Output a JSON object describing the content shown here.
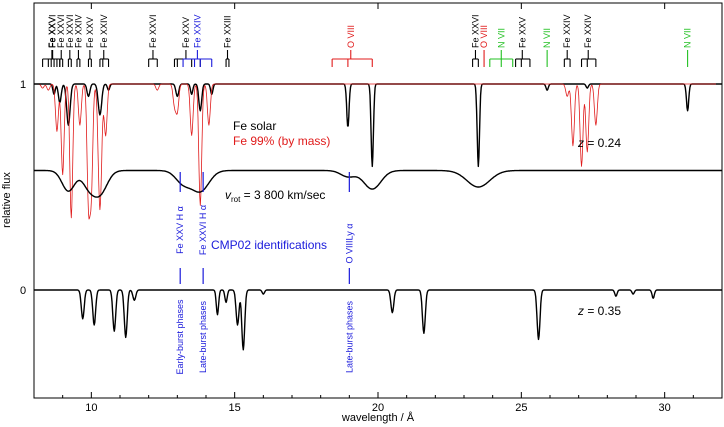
{
  "chart_data": {
    "type": "line",
    "xlabel": "wavelength / Å",
    "ylabel": "relative flux",
    "xlim": [
      8,
      32
    ],
    "x_ticks": [
      10,
      15,
      20,
      25,
      30
    ],
    "y_ticks": [
      {
        "value": 1,
        "label": "1"
      },
      {
        "value": 0,
        "label": "0"
      }
    ],
    "grid": false,
    "annotations": {
      "fe_solar": "Fe solar",
      "fe_99": "Fe 99% (by mass)",
      "z_top_italic": "z",
      "z_top_rest": " = 0.24",
      "vrot_v": "v",
      "vrot_sub": "rot",
      "vrot_rest": " = 3 800 km/sec",
      "cmp02": "CMP02 identifications",
      "z_bottom_italic": "z",
      "z_bottom_rest": " = 0.35"
    },
    "line_ids": [
      {
        "label": "Fe XXV",
        "color": "#000000",
        "wavelengths": [
          8.3,
          8.5,
          8.8,
          8.9
        ]
      },
      {
        "label": "Fe XXVI",
        "color": "#000000",
        "wavelengths": [
          8.6,
          8.7
        ]
      },
      {
        "label": "Fe XXVI",
        "color": "#000000",
        "wavelengths": [
          8.9,
          9.0
        ]
      },
      {
        "label": "Fe XXVI",
        "color": "#000000",
        "wavelengths": [
          9.2,
          9.3
        ]
      },
      {
        "label": "Fe XXIV",
        "color": "#000000",
        "wavelengths": [
          9.5,
          9.6
        ]
      },
      {
        "label": "Fe XXV",
        "color": "#000000",
        "wavelengths": [
          9.9,
          10.0
        ]
      },
      {
        "label": "Fe XXIV",
        "color": "#000000",
        "wavelengths": [
          10.3,
          10.4,
          10.6
        ]
      },
      {
        "label": "Fe XXVI",
        "color": "#000000",
        "wavelengths": [
          12.0,
          12.3
        ]
      },
      {
        "label": "Fe XXV",
        "color": "#000000",
        "wavelengths": [
          12.9,
          13.0,
          13.5,
          13.8
        ]
      },
      {
        "label": "Fe XXIV",
        "color": "#1a1adb",
        "wavelengths": [
          13.2,
          13.6,
          13.8,
          14.2
        ]
      },
      {
        "label": "Fe XXIII",
        "color": "#000000",
        "wavelengths": [
          14.7,
          14.8
        ]
      },
      {
        "label": "O VIII",
        "color": "#e01b1b",
        "wavelengths": [
          18.4,
          18.95,
          19.8
        ]
      },
      {
        "label": "Fe XXVI",
        "color": "#000000",
        "wavelengths": [
          23.3,
          23.5
        ]
      },
      {
        "label": "O VIII",
        "color": "#e01b1b",
        "wavelengths": [
          23.7
        ]
      },
      {
        "label": "N VII",
        "color": "#22c022",
        "wavelengths": [
          23.9,
          24.3,
          24.7
        ]
      },
      {
        "label": "Fe XXV",
        "color": "#000000",
        "wavelengths": [
          24.8,
          25.0,
          25.3
        ]
      },
      {
        "label": "N VII",
        "color": "#22c022",
        "wavelengths": [
          25.9
        ]
      },
      {
        "label": "Fe XXIV",
        "color": "#000000",
        "wavelengths": [
          26.5,
          26.7
        ]
      },
      {
        "label": "Fe XXIV",
        "color": "#000000",
        "wavelengths": [
          27.1,
          27.3,
          27.6
        ]
      },
      {
        "label": "N VII",
        "color": "#22c022",
        "wavelengths": [
          30.8
        ]
      }
    ],
    "cmp02": [
      {
        "wavelength": 13.1,
        "label": "Fe XXV  H α",
        "phase": "Early-burst phases"
      },
      {
        "wavelength": 13.9,
        "label": "Fe XXVI H α",
        "phase": "Late-burst phases"
      },
      {
        "wavelength": 19.0,
        "label": "O VIII",
        "label_top": "Ly α",
        "phase": "Late-burst phases"
      }
    ],
    "series": [
      {
        "name": "Fe solar",
        "color": "#000000",
        "baseline": 1.0,
        "dips": [
          [
            8.7,
            0.05,
            0.04
          ],
          [
            8.9,
            0.09,
            0.05
          ],
          [
            9.2,
            0.2,
            0.06
          ],
          [
            9.9,
            0.06,
            0.05
          ],
          [
            10.3,
            0.15,
            0.06
          ],
          [
            10.6,
            0.03,
            0.04
          ],
          [
            13.0,
            0.06,
            0.05
          ],
          [
            13.5,
            0.05,
            0.04
          ],
          [
            13.8,
            0.13,
            0.05
          ],
          [
            14.2,
            0.05,
            0.04
          ],
          [
            18.95,
            0.21,
            0.04
          ],
          [
            19.8,
            0.4,
            0.04
          ],
          [
            23.5,
            0.4,
            0.04
          ],
          [
            25.9,
            0.03,
            0.04
          ],
          [
            27.3,
            0.02,
            0.04
          ],
          [
            30.8,
            0.13,
            0.04
          ]
        ]
      },
      {
        "name": "Fe 99% (by mass)",
        "color": "#e01b1b",
        "baseline": 1.0,
        "dips": [
          [
            8.3,
            0.02,
            0.05
          ],
          [
            8.5,
            0.03,
            0.05
          ],
          [
            8.8,
            0.23,
            0.05
          ],
          [
            9.0,
            0.44,
            0.05
          ],
          [
            9.3,
            0.65,
            0.05
          ],
          [
            9.6,
            0.2,
            0.05
          ],
          [
            9.9,
            0.56,
            0.05
          ],
          [
            10.0,
            0.5,
            0.05
          ],
          [
            10.3,
            0.61,
            0.06
          ],
          [
            10.5,
            0.25,
            0.05
          ],
          [
            12.3,
            0.03,
            0.05
          ],
          [
            12.9,
            0.1,
            0.05
          ],
          [
            13.0,
            0.13,
            0.05
          ],
          [
            13.5,
            0.25,
            0.05
          ],
          [
            13.8,
            0.59,
            0.05
          ],
          [
            14.1,
            0.2,
            0.05
          ],
          [
            26.6,
            0.06,
            0.05
          ],
          [
            26.8,
            0.3,
            0.05
          ],
          [
            27.1,
            0.4,
            0.05
          ],
          [
            27.3,
            0.33,
            0.05
          ],
          [
            27.6,
            0.2,
            0.05
          ]
        ]
      },
      {
        "name": "",
        "color": "#000000",
        "baseline": 0.58,
        "dips": [
          [
            9.2,
            0.1,
            0.22
          ],
          [
            9.9,
            0.07,
            0.22
          ],
          [
            10.3,
            0.11,
            0.25
          ],
          [
            13.2,
            0.06,
            0.26
          ],
          [
            13.8,
            0.1,
            0.3
          ],
          [
            18.95,
            0.03,
            0.25
          ],
          [
            19.8,
            0.09,
            0.3
          ],
          [
            23.5,
            0.08,
            0.4
          ]
        ]
      },
      {
        "name": "",
        "color": "#000000",
        "baseline": 0.0,
        "dips": [
          [
            9.7,
            0.14,
            0.05
          ],
          [
            10.1,
            0.17,
            0.05
          ],
          [
            10.8,
            0.2,
            0.05
          ],
          [
            11.2,
            0.23,
            0.05
          ],
          [
            11.5,
            0.05,
            0.05
          ],
          [
            14.4,
            0.12,
            0.04
          ],
          [
            14.7,
            0.06,
            0.04
          ],
          [
            15.1,
            0.17,
            0.05
          ],
          [
            15.3,
            0.29,
            0.05
          ],
          [
            16.0,
            0.02,
            0.04
          ],
          [
            20.5,
            0.11,
            0.05
          ],
          [
            21.6,
            0.21,
            0.05
          ],
          [
            25.6,
            0.24,
            0.05
          ],
          [
            28.3,
            0.03,
            0.04
          ],
          [
            28.9,
            0.02,
            0.04
          ],
          [
            29.6,
            0.04,
            0.04
          ]
        ]
      }
    ]
  }
}
